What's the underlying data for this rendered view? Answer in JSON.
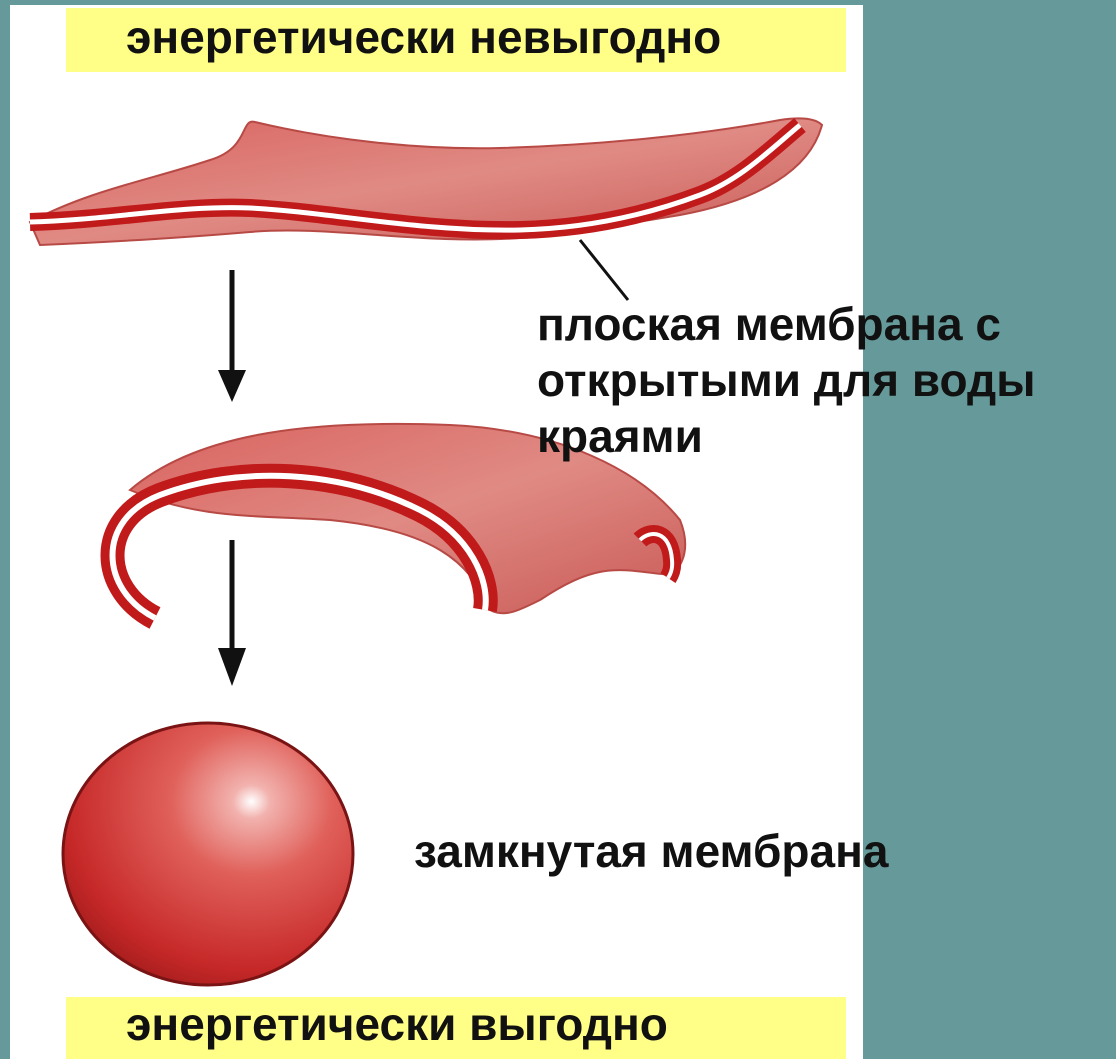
{
  "top_banner": "энергетически невыгодно",
  "bottom_banner": "энергетически выгодно",
  "open_membrane_label": {
    "lines": [
      "плоская мембрана с",
      "открытыми для воды",
      "краями"
    ]
  },
  "closed_membrane_label": "замкнутая мембрана",
  "colors": {
    "background": "#669999",
    "panel": "#ffffff",
    "banner": "#ffff88",
    "membrane": "#d96a6a",
    "membrane_edge": "#c01a1a",
    "membrane_core": "#ffffff"
  }
}
